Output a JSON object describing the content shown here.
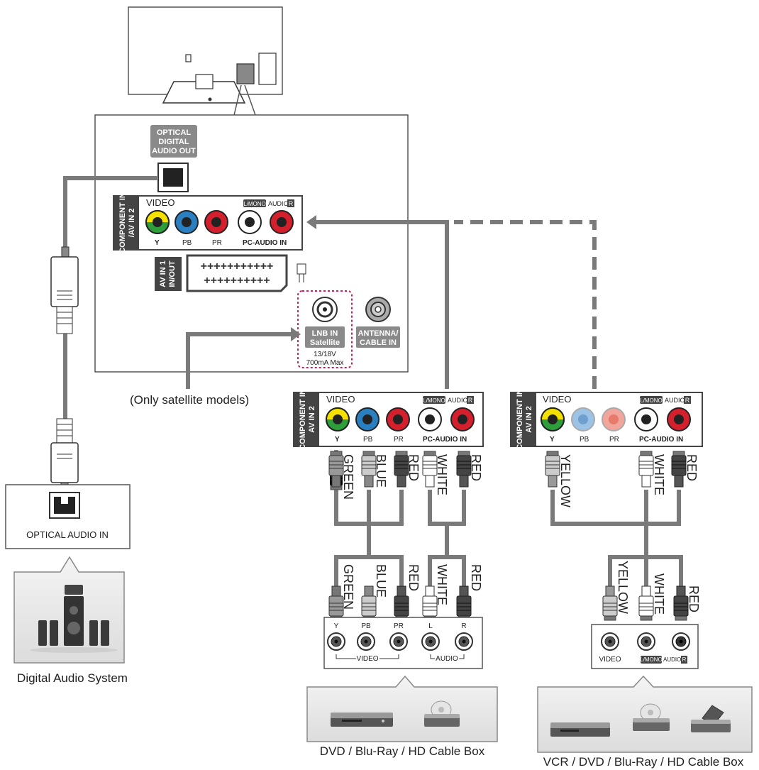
{
  "colors": {
    "yellow": "#f5e100",
    "green": "#2e9e3a",
    "blue": "#2a7fc1",
    "red": "#d4202c",
    "white": "#ffffff",
    "gray_panel": "#8a8a8a",
    "cable": "#7a7a7a",
    "lnb_outline": "#c0245c"
  },
  "tv": {
    "optical_out_label": [
      "OPTICAL",
      "DIGITAL",
      "AUDIO OUT"
    ],
    "component_side_label": [
      "COMPONENT IN",
      "/AV IN 2"
    ],
    "video_label": "VIDEO",
    "audio_top_label": "L/MONO-AUDIO-R",
    "audio_top_l": "L/MONO",
    "audio_top_mid": "AUDIO",
    "audio_top_r": "R",
    "jack_labels": [
      "Y",
      "PB",
      "PR"
    ],
    "pc_audio_label": "PC-AUDIO IN",
    "scart_side_label": [
      "AV IN 1",
      "IN/OUT"
    ],
    "lnb_label": [
      "LNB IN",
      "Satellite"
    ],
    "lnb_spec": [
      "13/18V",
      "700mA Max"
    ],
    "antenna_label": [
      "ANTENNA/",
      "CABLE IN"
    ],
    "satellite_note": "(Only satellite models)"
  },
  "optical_device": {
    "port_label": "OPTICAL AUDIO IN",
    "caption": "Digital Audio System"
  },
  "component_panel_mid": {
    "side_label": [
      "COMPONENT IN",
      "AV IN 2"
    ],
    "video_label": "VIDEO",
    "jack_labels": [
      "Y",
      "PB",
      "PR"
    ],
    "pc_audio_label": "PC-AUDIO IN",
    "cable_labels_top": [
      "GREEN",
      "BLUE",
      "RED",
      "WHITE",
      "RED"
    ],
    "cable_labels_bottom": [
      "GREEN",
      "BLUE",
      "RED",
      "WHITE",
      "RED"
    ],
    "device_jacks": [
      "Y",
      "PB",
      "PR",
      "L",
      "R"
    ],
    "device_group_video": "VIDEO",
    "device_group_audio": "AUDIO",
    "caption": "DVD / Blu-Ray / HD Cable Box"
  },
  "component_panel_right": {
    "side_label": [
      "COMPONENT IN",
      "AV IN 2"
    ],
    "video_label": "VIDEO",
    "jack_labels": [
      "Y",
      "PB",
      "PR"
    ],
    "pc_audio_label": "PC-AUDIO IN",
    "cable_labels_top": [
      "YELLOW",
      "WHITE",
      "RED"
    ],
    "cable_labels_bottom": [
      "YELLOW",
      "WHITE",
      "RED"
    ],
    "device_video_label": "VIDEO",
    "device_audio_label": "L/MONO-AUDIO-R",
    "caption": "VCR / DVD / Blu-Ray / HD Cable Box"
  }
}
